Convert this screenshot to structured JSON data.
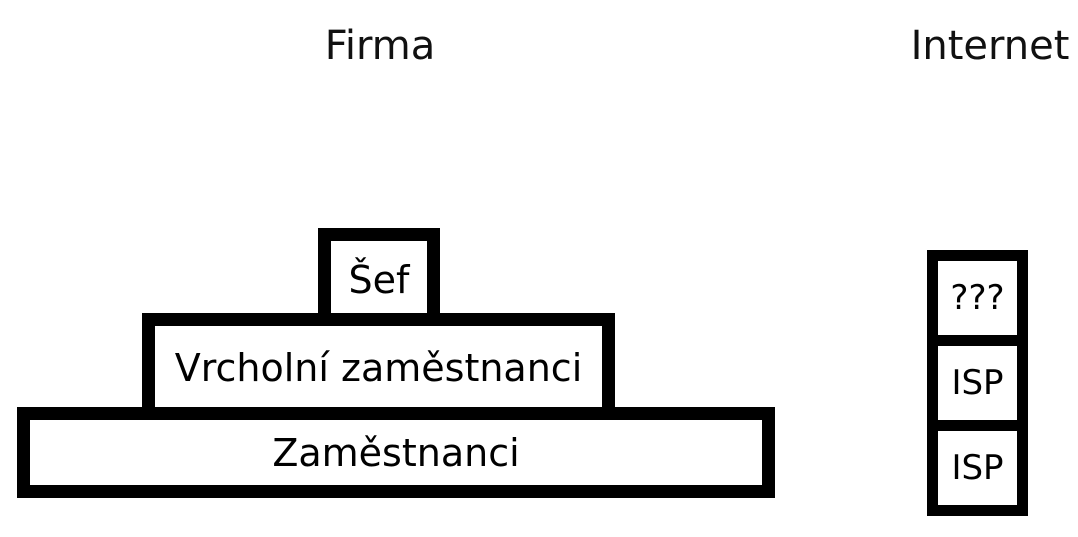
{
  "diagram": {
    "type": "hierarchy-pyramid-with-stack",
    "background_color": "#ffffff",
    "line_color": "#000000",
    "fill_color": "#ffffff",
    "columns": [
      {
        "id": "firma",
        "title": "Firma",
        "shape": "pyramid",
        "tiers": [
          {
            "id": "sef",
            "label": "Šef",
            "level": 1
          },
          {
            "id": "vrcholni-zamestnanci",
            "label": "Vrcholní zaměstnanci",
            "level": 2
          },
          {
            "id": "zamestnanci",
            "label": "Zaměstnanci",
            "level": 3
          }
        ]
      },
      {
        "id": "internet",
        "title": "Internet",
        "shape": "stack",
        "cells": [
          {
            "id": "unknown",
            "label": "???"
          },
          {
            "id": "isp-1",
            "label": "ISP"
          },
          {
            "id": "isp-2",
            "label": "ISP"
          }
        ]
      }
    ]
  }
}
